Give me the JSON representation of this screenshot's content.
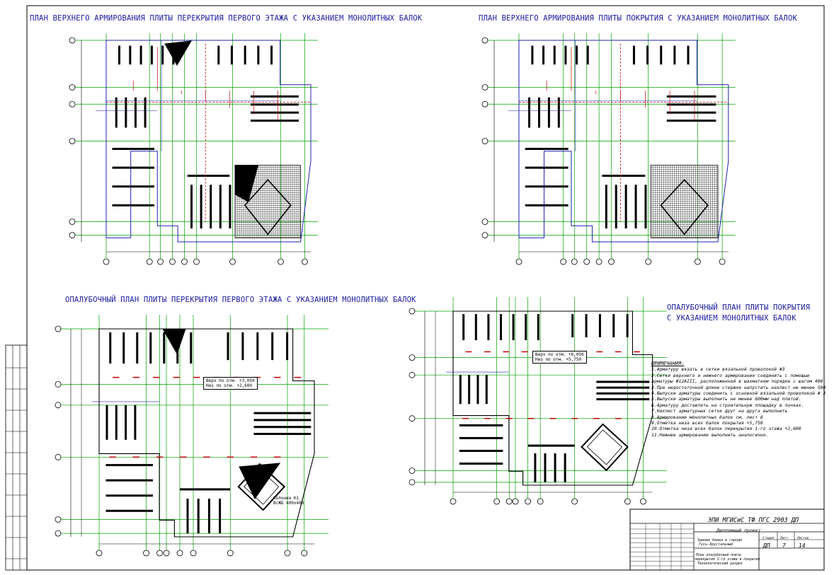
{
  "titles": {
    "top_left": "ПЛАН ВЕРХНЕГО АРМИРОВАНИЯ ПЛИТЫ ПЕРЕКРЫТИЯ ПЕРВОГО ЭТАЖА С УКАЗАНИЕМ МОНОЛИТНЫХ БАЛОК",
    "top_right": "ПЛАН ВЕРХНЕГО АРМИРОВАНИЯ ПЛИТЫ ПОКРЫТИЯ С УКАЗАНИЕМ МОНОЛИТНЫХ БАЛОК",
    "bottom_left": "ОПАЛУБОЧНЫЙ ПЛАН ПЛИТЫ ПЕРЕКРЫТИЯ ПЕРВОГО ЭТАЖА С УКАЗАНИЕМ МОНОЛИТНЫХ БАЛОК",
    "bottom_right_1": "ОПАЛУБОЧНЫЙ ПЛАН ПЛИТЫ ПОКРЫТИЯ",
    "bottom_right_2": "С УКАЗАНИЕМ МОНОЛИТНЫХ БАЛОК"
  },
  "elevations": {
    "left_top": "Верх по отм. +3,050",
    "left_bottom": "Низ по отм. +2,600",
    "right_top": "Верх по отм. +6,050",
    "right_bottom": "Низ по отм. +5,750"
  },
  "notes": {
    "heading": "ПРИМЕЧАНИЯ:",
    "items": [
      "1.Арматуру вязать в сетки вязальной проволокой #3",
      "2.Сетки верхнего и нижнего армирования соединить с помощью",
      "  арматуры Ф12АIII, расположенной в шахматном порядке с шагом 400",
      "3.При недостаточной длине стержня напустить нахлест не менее 500",
      "4.Выпуски арматуры соединить с основной вязальной проволокой # 3",
      "5.Выпуски арматуры выполнить не менее 600мм над плитой.",
      "6.Арматуру доставлять на строительную площадку в пачках.",
      "7.Нахлест арматурных сеток друг на друга выполнить",
      "8.Армирование монолитных балок см. лист 8",
      "9.Отметка низа всех балок покрытия +5,750",
      "10.Отметка низа всех балок перекрытия 1-го этажа +2,600",
      "11.Нижнее армирование выполнить аналогично."
    ]
  },
  "title_block": {
    "code": "ЭПИ МГИСиС ТФ ПГС 2903 ДП",
    "project": "Дипломный проект",
    "building": "Здание банка в городе",
    "building2": "Гусь-Хрустальный",
    "sheet_title_1": "План опалубочный плиты",
    "sheet_title_2": "перекрытия 1-го этажа и покрытия",
    "sheet_title_3": "Технологический раздел",
    "stage_label": "Стадия",
    "sheet_label": "Лист",
    "sheets_label": "Листов",
    "stage": "ДП",
    "sheet": "7",
    "sheets": "14"
  },
  "stair_label": {
    "line1": "Колонна К1",
    "line2": "ВсЖБ 400х400"
  },
  "colors": {
    "title_blue": "#1a1aa0",
    "grid_green": "#00a000",
    "dim_red": "#c00000",
    "contour_blue": "#2020b0",
    "beam_black": "#000000"
  }
}
